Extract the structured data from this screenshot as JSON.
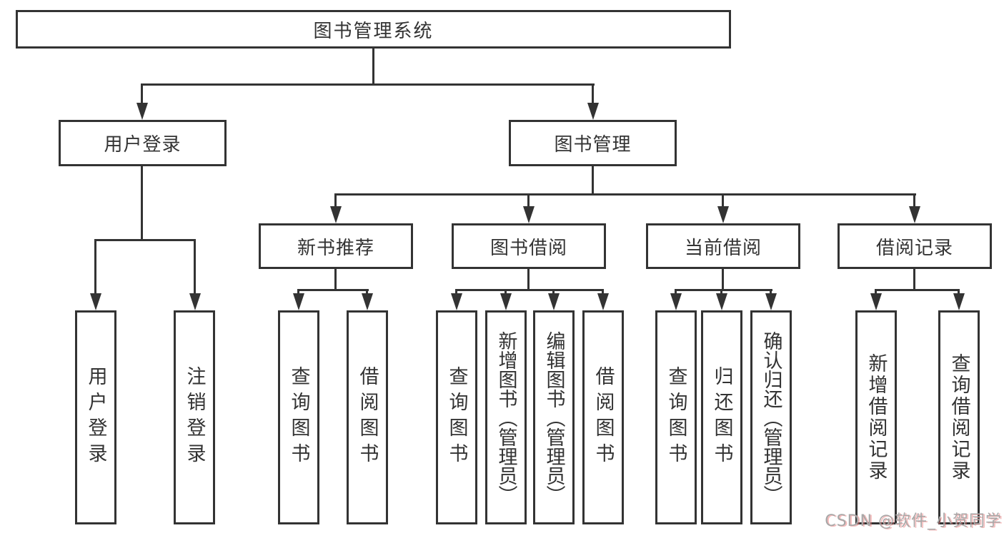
{
  "title": {
    "label": "图书管理系统"
  },
  "tree": {
    "user": {
      "label": "用户登录",
      "children": [
        {
          "label": "用户登录"
        },
        {
          "label": "注销登录"
        }
      ]
    },
    "mgmt": {
      "label": "图书管理",
      "sections": [
        {
          "label": "新书推荐",
          "children": [
            {
              "label": "查询图书"
            },
            {
              "label": "借阅图书"
            }
          ]
        },
        {
          "label": "图书借阅",
          "children": [
            {
              "label": "查询图书"
            },
            {
              "label": "新增图书（管理员）"
            },
            {
              "label": "编辑图书（管理员）"
            },
            {
              "label": "借阅图书"
            }
          ]
        },
        {
          "label": "当前借阅",
          "children": [
            {
              "label": "查询图书"
            },
            {
              "label": "归还图书"
            },
            {
              "label": "确认归还（管理员）"
            }
          ]
        },
        {
          "label": "借阅记录",
          "children": [
            {
              "label": "新增借阅记录"
            },
            {
              "label": "查询借阅记录"
            }
          ]
        }
      ]
    }
  },
  "watermark": {
    "text": "CSDN @软件_小贺同学"
  },
  "colors": {
    "line": "#333333",
    "text": "#333333",
    "background": "#ffffff",
    "watermark_text": "#a8a8a8",
    "watermark_shadow": "#eb7878"
  }
}
